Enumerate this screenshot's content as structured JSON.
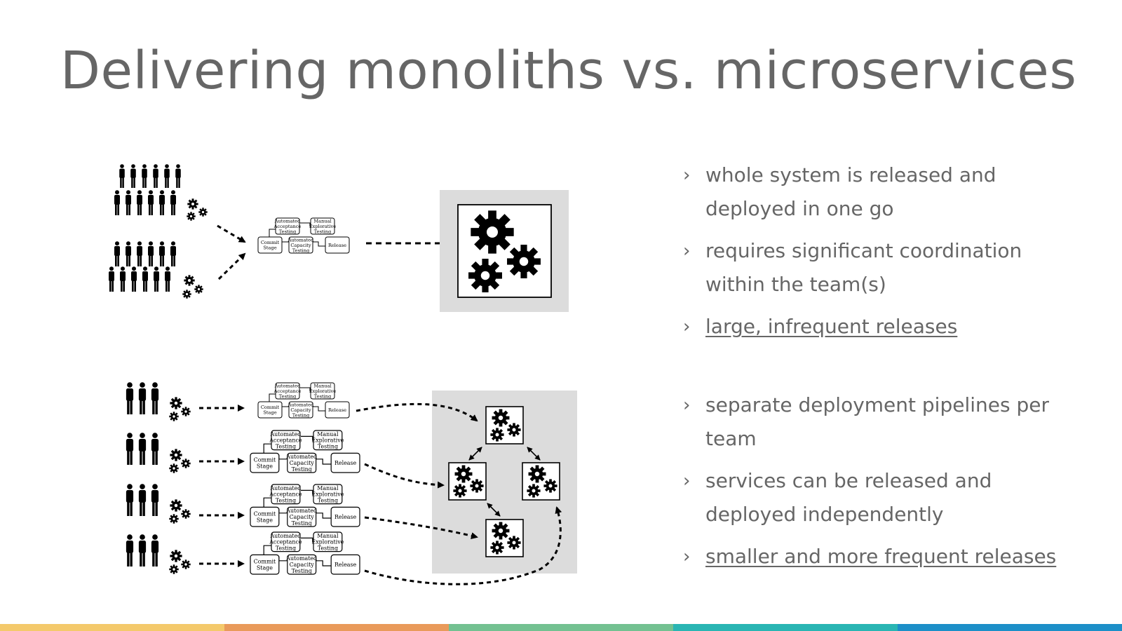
{
  "slide": {
    "title": "Delivering monoliths vs. microservices"
  },
  "pipeline": {
    "commit": "Commit Stage",
    "acceptance": "Automated Acceptance Testing",
    "capacity": "Automated Capacity Testing",
    "explorative": "Manual Explorative Testing",
    "release": "Release"
  },
  "monolith": {
    "bullets": [
      {
        "text": "whole system is released and deployed in one go",
        "underline": false
      },
      {
        "text": "requires significant coordination within the team(s)",
        "underline": false
      },
      {
        "text": "large, infrequent releases",
        "underline": true
      }
    ]
  },
  "microservices": {
    "bullets": [
      {
        "text": "separate deployment pipelines per team",
        "underline": false
      },
      {
        "text": "services can be released and deployed independently",
        "underline": false
      },
      {
        "text": "smaller and more frequent releases",
        "underline": true
      }
    ]
  },
  "icons": {
    "bullet": "chevron-right-icon",
    "person": "person-icon",
    "gear": "gear-icon",
    "arrow": "dashed-arrow-icon"
  },
  "colors": {
    "title": "#666666",
    "text": "#666666",
    "panel": "#dcdcdc",
    "stripe": [
      "#f4c96b",
      "#e99a5a",
      "#73c191",
      "#2ab5b3",
      "#1c8fc8"
    ]
  }
}
